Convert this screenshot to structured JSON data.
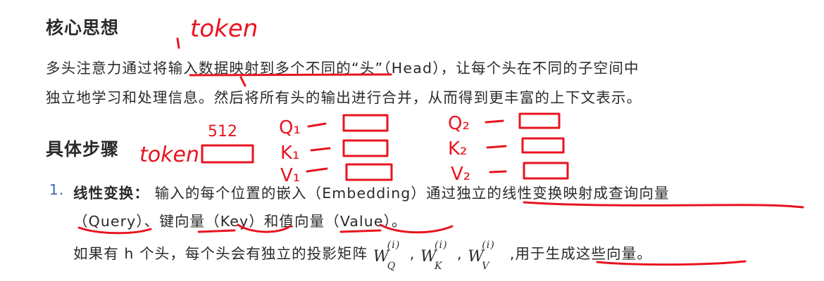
{
  "heading1": "核心思想",
  "paragraph_line1": "多头注意力通过将输入数据映射到多个不同的“头”（Head），让每个头在不同的子空间中",
  "paragraph_line2": "独立地学习和处理信息。然后将所有头的输出进行合并，从而得到更丰富的上下文表示。",
  "heading2": "具体步骤",
  "list": {
    "number": "1.",
    "term": "线性变换：",
    "line1_rest": "输入的每个位置的嵌入（Embedding）通过独立的线性变换映射成查询向量",
    "line2": "（Query）、键向量（Key）和值向量（Value）。",
    "line3_pre": "如果有 h 个头，每个头会有独立的投影矩阵",
    "line3_post": ",用于生成这些向量。",
    "math": {
      "W": "W",
      "sup": "(i)",
      "sub_q": "Q",
      "sub_k": "K",
      "sub_v": "V"
    }
  },
  "annotations": {
    "token_top": "token",
    "token_left": "token",
    "dim": "512",
    "q1": "Q₁",
    "k1": "K₁",
    "v1": "V₁",
    "q2": "Q₂",
    "k2": "K₂",
    "v2": "V₂",
    "ink_color": "#e8141f"
  }
}
